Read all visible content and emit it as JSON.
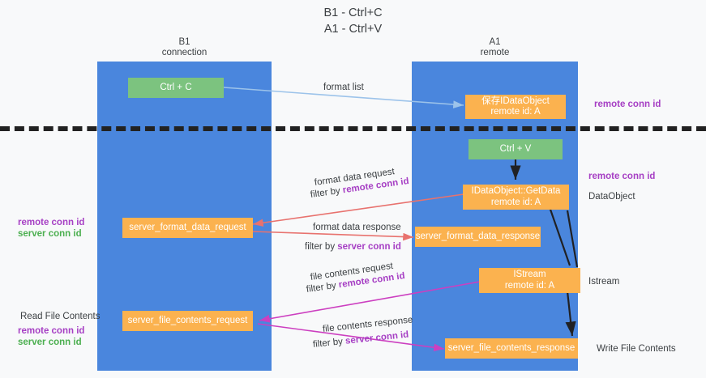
{
  "title": {
    "line1": "B1 - Ctrl+C",
    "line2": "A1 - Ctrl+V"
  },
  "columns": [
    {
      "name": "B1",
      "subtitle": "connection",
      "color": "#4a86dd"
    },
    {
      "name": "A1",
      "subtitle": "remote",
      "color": "#4a86dd"
    }
  ],
  "colors": {
    "column_blue": "#4a86dd",
    "box_orange": "#fbb24f",
    "box_green": "#7cc37f",
    "accent_purple": "#a63fc4",
    "accent_green": "#4caf50",
    "arrow_lightblue": "#9cc3ea",
    "arrow_red": "#e8726e",
    "arrow_magenta": "#cc3fc0",
    "arrow_black": "#202124",
    "divider_black": "#222222"
  },
  "boxes": {
    "ctrl_c": "Ctrl + C",
    "ctrl_v": "Ctrl + V",
    "save_idataobject_l1": "保存IDataObject",
    "save_idataobject_l2": "remote id: A",
    "getdata_l1": "IDataObject::GetData",
    "getdata_l2": "remote id: A",
    "istream_l1": "IStream",
    "istream_l2": "remote id: A",
    "server_format_data_request": "server_format_data_request",
    "server_format_data_response": "server_format_data_response",
    "server_file_contents_request": "server_file_contents_request",
    "server_file_contents_response": "server_file_contents_response"
  },
  "edge_labels": {
    "format_list": "format list",
    "format_data_request": "format data request",
    "format_data_request_filter_prefix": "filter by ",
    "format_data_request_filter_key": "remote conn id",
    "format_data_response": "format data response",
    "format_data_response_filter_prefix": "filter by ",
    "format_data_response_filter_key": "server conn id",
    "file_contents_request": "file contents request",
    "file_contents_request_filter_prefix": "filter by ",
    "file_contents_request_filter_key": "remote conn id",
    "file_contents_response": "file contents response",
    "file_contents_response_filter_prefix": "filter by ",
    "file_contents_response_filter_key": "server conn id"
  },
  "side_labels": {
    "right_remote_conn_id_top": "remote conn id",
    "right_remote_conn_id_mid": "remote conn id",
    "right_dataobject": "DataObject",
    "right_istream": "Istream",
    "right_write_file_contents": "Write File Contents",
    "left_remote_conn_id_mid": "remote conn id",
    "left_server_conn_id_mid": "server conn id",
    "left_read_file_contents": "Read File Contents",
    "left_remote_conn_id_bot": "remote conn id",
    "left_server_conn_id_bot": "server conn id"
  }
}
